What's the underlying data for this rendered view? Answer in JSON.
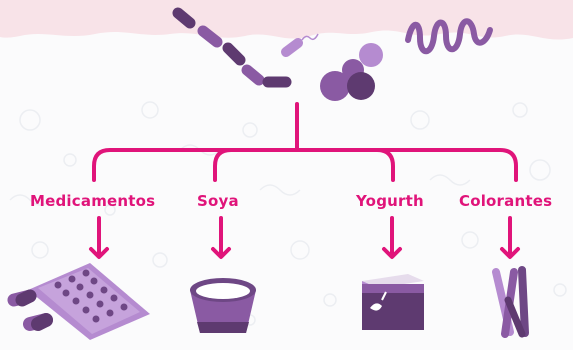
{
  "diagram": {
    "categories": [
      {
        "id": "medicamentos",
        "label": "Medicamentos"
      },
      {
        "id": "soya",
        "label": "Soya"
      },
      {
        "id": "yogurth",
        "label": "Yogurth"
      },
      {
        "id": "colorantes",
        "label": "Colorantes"
      }
    ]
  },
  "colors": {
    "accent": "#e0147a",
    "microbe_dark": "#5e3a70",
    "microbe_mid": "#8a5aa3",
    "microbe_light": "#b58bd0",
    "header_pink": "#f8e3e8"
  },
  "icons": {
    "top": "microorganisms-illustration",
    "medicamentos": "pills-blister-icon",
    "soya": "soy-milk-cup-icon",
    "yogurth": "yogurt-cup-icon",
    "colorantes": "dye-sticks-icon"
  }
}
